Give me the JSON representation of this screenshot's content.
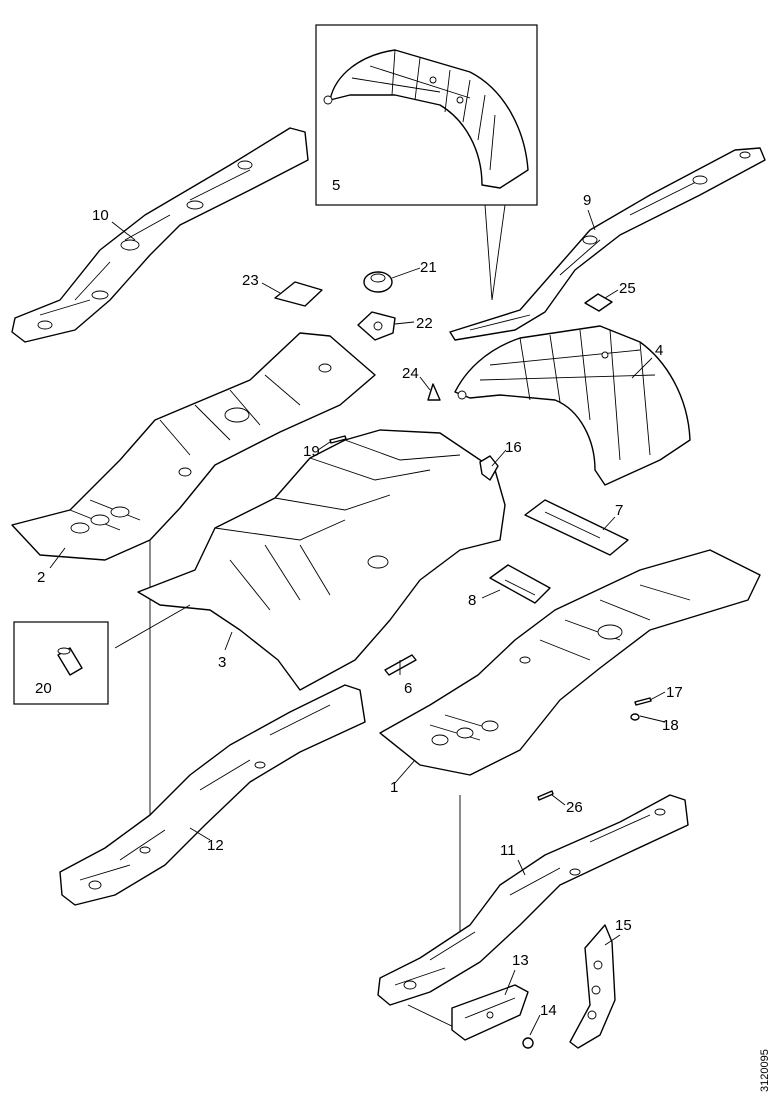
{
  "callouts": {
    "c1": "1",
    "c2": "2",
    "c3": "3",
    "c4": "4",
    "c5": "5",
    "c6": "6",
    "c7": "7",
    "c8": "8",
    "c9": "9",
    "c10": "10",
    "c11": "11",
    "c12": "12",
    "c13": "13",
    "c14": "14",
    "c15": "15",
    "c16": "16",
    "c17": "17",
    "c18": "18",
    "c19": "19",
    "c20": "20",
    "c21": "21",
    "c22": "22",
    "c23": "23",
    "c24": "24",
    "c25": "25",
    "c26": "26"
  },
  "reference_code": "3120095"
}
